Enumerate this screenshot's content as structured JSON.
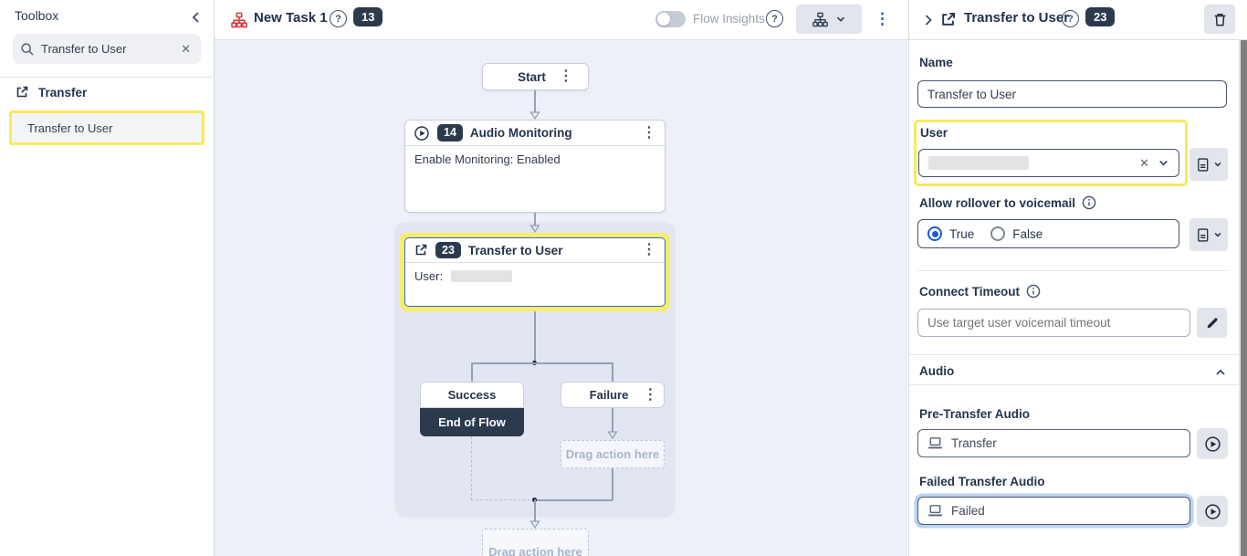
{
  "toolbox": {
    "title": "Toolbox",
    "search_value": "Transfer to User",
    "category_label": "Transfer",
    "item_label": "Transfer to User"
  },
  "topbar": {
    "flow_title": "New Task 1",
    "flow_badge": "13",
    "flow_insights_label": "Flow Insights"
  },
  "canvas": {
    "start_label": "Start",
    "audio_node": {
      "badge": "14",
      "title": "Audio Monitoring",
      "body": "Enable Monitoring: Enabled"
    },
    "transfer_node": {
      "badge": "23",
      "title": "Transfer to User",
      "user_label": "User:"
    },
    "success_label": "Success",
    "end_of_flow_label": "End of Flow",
    "failure_label": "Failure",
    "drag_action_label": "Drag action here"
  },
  "panel": {
    "title": "Transfer to User",
    "badge": "23",
    "name_label": "Name",
    "name_value": "Transfer to User",
    "user_label": "User",
    "rollover_label": "Allow rollover to voicemail",
    "radio_true": "True",
    "radio_false": "False",
    "connect_timeout_label": "Connect Timeout",
    "connect_timeout_placeholder": "Use target user voicemail timeout",
    "audio_section_label": "Audio",
    "pre_transfer_label": "Pre-Transfer Audio",
    "pre_transfer_value": "Transfer",
    "failed_transfer_label": "Failed Transfer Audio",
    "failed_transfer_value": "Failed"
  },
  "colors": {
    "accent_blue": "#1d5bd8",
    "highlight_yellow": "#f7ea5e",
    "badge_navy": "#2c3a4e",
    "flow_icon_red": "#d9363e",
    "canvas_bg": "#edf0f8",
    "canvas_group_bg": "#e2e6f2",
    "focus_ring_blue": "#b9d3f5"
  }
}
